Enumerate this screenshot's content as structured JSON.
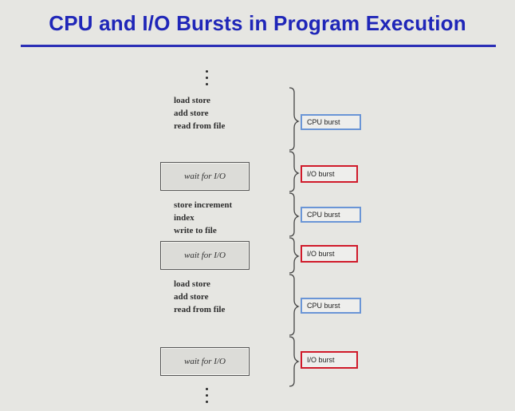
{
  "title": "CPU and I/O Bursts in Program Execution",
  "code_blocks": [
    [
      "load store",
      "add store",
      "read from file"
    ],
    [
      "store increment",
      "index",
      "write to file"
    ],
    [
      "load store",
      "add store",
      "read from file"
    ]
  ],
  "wait_label": "wait for I/O",
  "cpu_burst_label": "CPU burst",
  "io_burst_label": "I/O burst",
  "colors": {
    "title": "#1f26b8",
    "cpu_border": "#6a95d6",
    "io_border": "#d01a2a"
  }
}
